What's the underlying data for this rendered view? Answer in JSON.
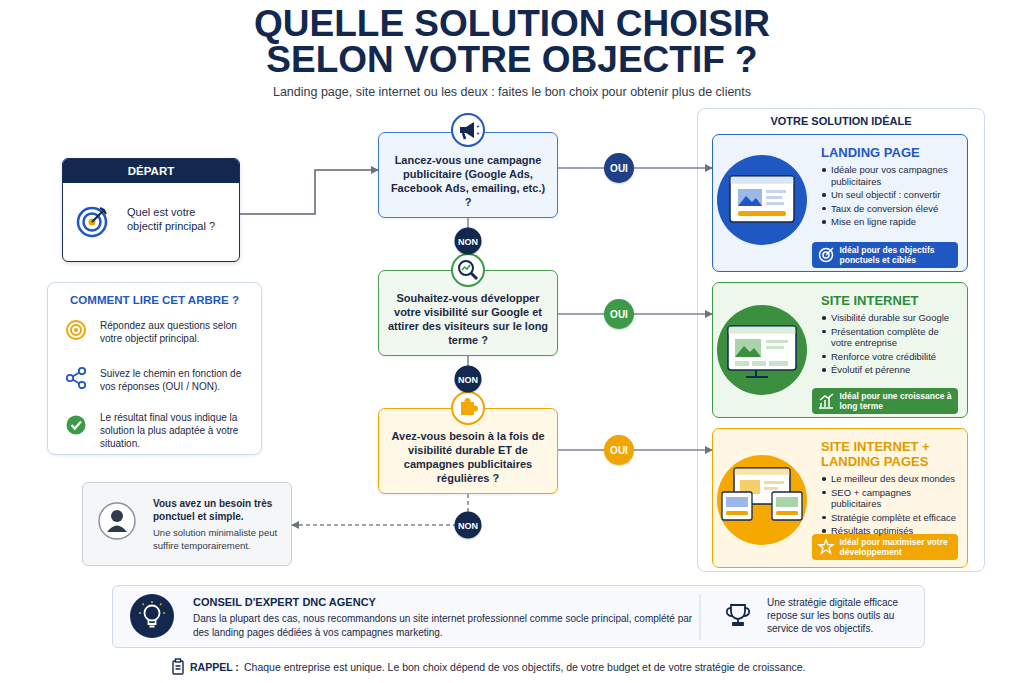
{
  "diagram": {
    "title": "QUELLE SOLUTION CHOISIR SELON VOTRE OBJECTIF ?",
    "caption": "Landing page, site internet ou les deux : faites le bon choix pour obtenir plus de clients",
    "nodes": [
      {
        "text": [
          "DÉPART",
          "Quel est votre objectif principal ?"
        ]
      },
      {
        "text": [
          "COMMENT LIRE CET ARBRE ?",
          "Répondez aux questions selon votre objectif principal.",
          "Suivez le chemin en fonction de vos réponses (OUI / NON).",
          "Le résultat final vous indique la solution la plus adaptée à votre situation."
        ]
      },
      {
        "text": [
          "Lancez-vous une campagne publicitaire (Google Ads, Facebook Ads, emailing, etc.) ?"
        ]
      },
      {
        "text": [
          "Souhaitez-vous développer votre visibilité sur Google et attirer des visiteurs sur le long terme ?"
        ]
      },
      {
        "text": [
          "Avez-vous besoin à la fois de visibilité durable ET de campagnes publicitaires régulières ?"
        ]
      },
      {
        "text": [
          "Vous avez un besoin très ponctuel et simple.",
          "Une solution minimaliste peut suffire temporairement."
        ]
      },
      {
        "text": [
          "VOTRE SOLUTION IDÉALE"
        ]
      },
      {
        "text": [
          "LANDING PAGE",
          "Idéale pour vos campagnes publicitaires",
          "Un seul objectif : convertir",
          "Taux de conversion élevé",
          "Mise en ligne rapide"
        ],
        "in": 6
      },
      {
        "text": [
          "Idéal pour des objectifs ponctuels et ciblés"
        ],
        "in": 7
      },
      {
        "text": [
          "SITE INTERNET",
          "Visibilité durable sur Google",
          "Présentation complète de votre entreprise",
          "Renforce votre crédibilité",
          "Évolutif et pérenne"
        ],
        "in": 6
      },
      {
        "text": [
          "Idéal pour une croissance à long terme"
        ],
        "in": 9
      },
      {
        "text": [
          "SITE INTERNET + LANDING PAGES",
          "Le meilleur des deux mondes",
          "SEO + campagnes publicitaires",
          "Stratégie complète et efficace",
          "Résultats optimisés"
        ],
        "in": 6
      },
      {
        "text": [
          "Idéal pour maximiser votre développement"
        ],
        "in": 11
      },
      {
        "text": [
          "CONSEIL D'EXPERT DNC AGENCY",
          "Dans la plupart des cas, nous recommandons un site internet professionnel comme socle principal, complété par des landing pages dédiées à vos campagnes marketing.",
          "Une stratégie digitale efficace repose sur les bons outils au service de vos objectifs."
        ]
      }
    ],
    "edges": [
      {
        "from": 0,
        "to": 2,
        "arrow": "to"
      },
      {
        "from": 2,
        "to": 7,
        "label": "OUI",
        "arrow": "to"
      },
      {
        "from": 2,
        "to": 3,
        "label": "NON",
        "arrow": "none"
      },
      {
        "from": 3,
        "to": 9,
        "label": "OUI",
        "arrow": "to"
      },
      {
        "from": 3,
        "to": 4,
        "label": "NON",
        "arrow": "none"
      },
      {
        "from": 4,
        "to": 11,
        "label": "OUI",
        "arrow": "to"
      },
      {
        "from": 4,
        "to": 5,
        "label": "NON",
        "arrow": "to"
      }
    ],
    "labels": [
      "RAPPEL :",
      "Chaque entreprise est unique. Le bon choix dépend de vos objectifs, de votre budget et de votre stratégie de croissance."
    ]
  }
}
